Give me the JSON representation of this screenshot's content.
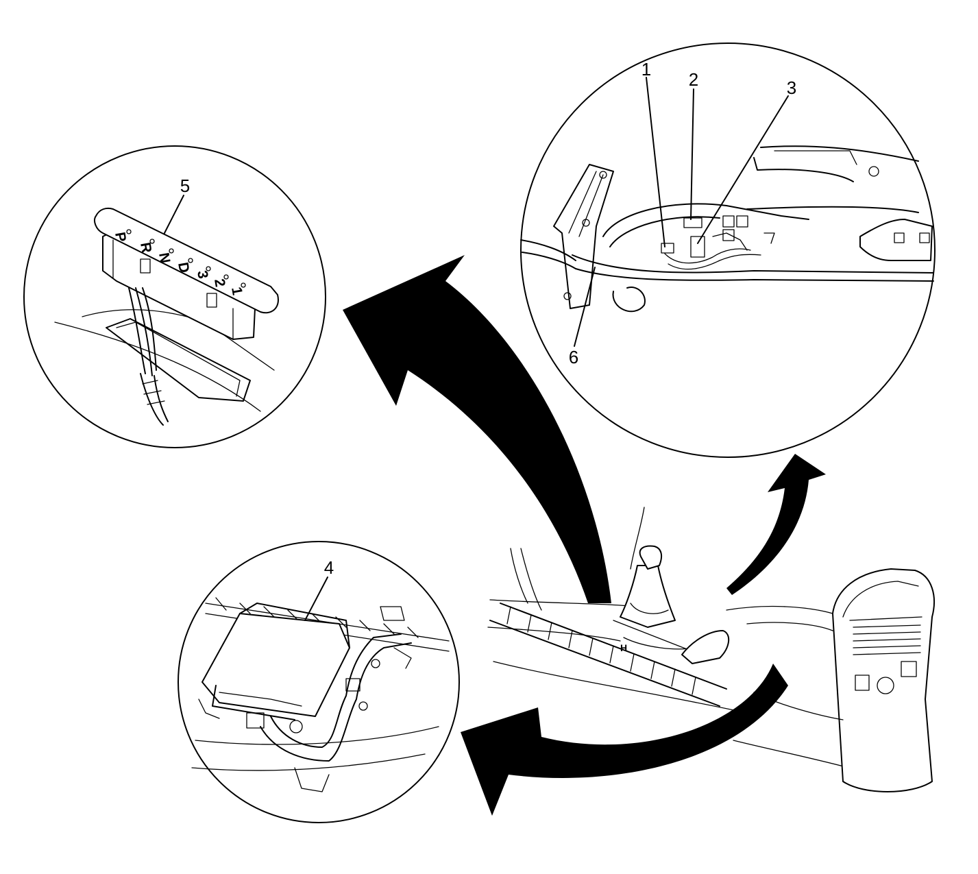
{
  "callouts": {
    "c1": "1",
    "c2": "2",
    "c3": "3",
    "c4": "4",
    "c5": "5",
    "c6": "6"
  },
  "shift_indicator": {
    "gears": [
      "P",
      "R",
      "N",
      "D",
      "3",
      "2",
      "1"
    ]
  },
  "colors": {
    "ink": "#000000",
    "paper": "#ffffff"
  }
}
